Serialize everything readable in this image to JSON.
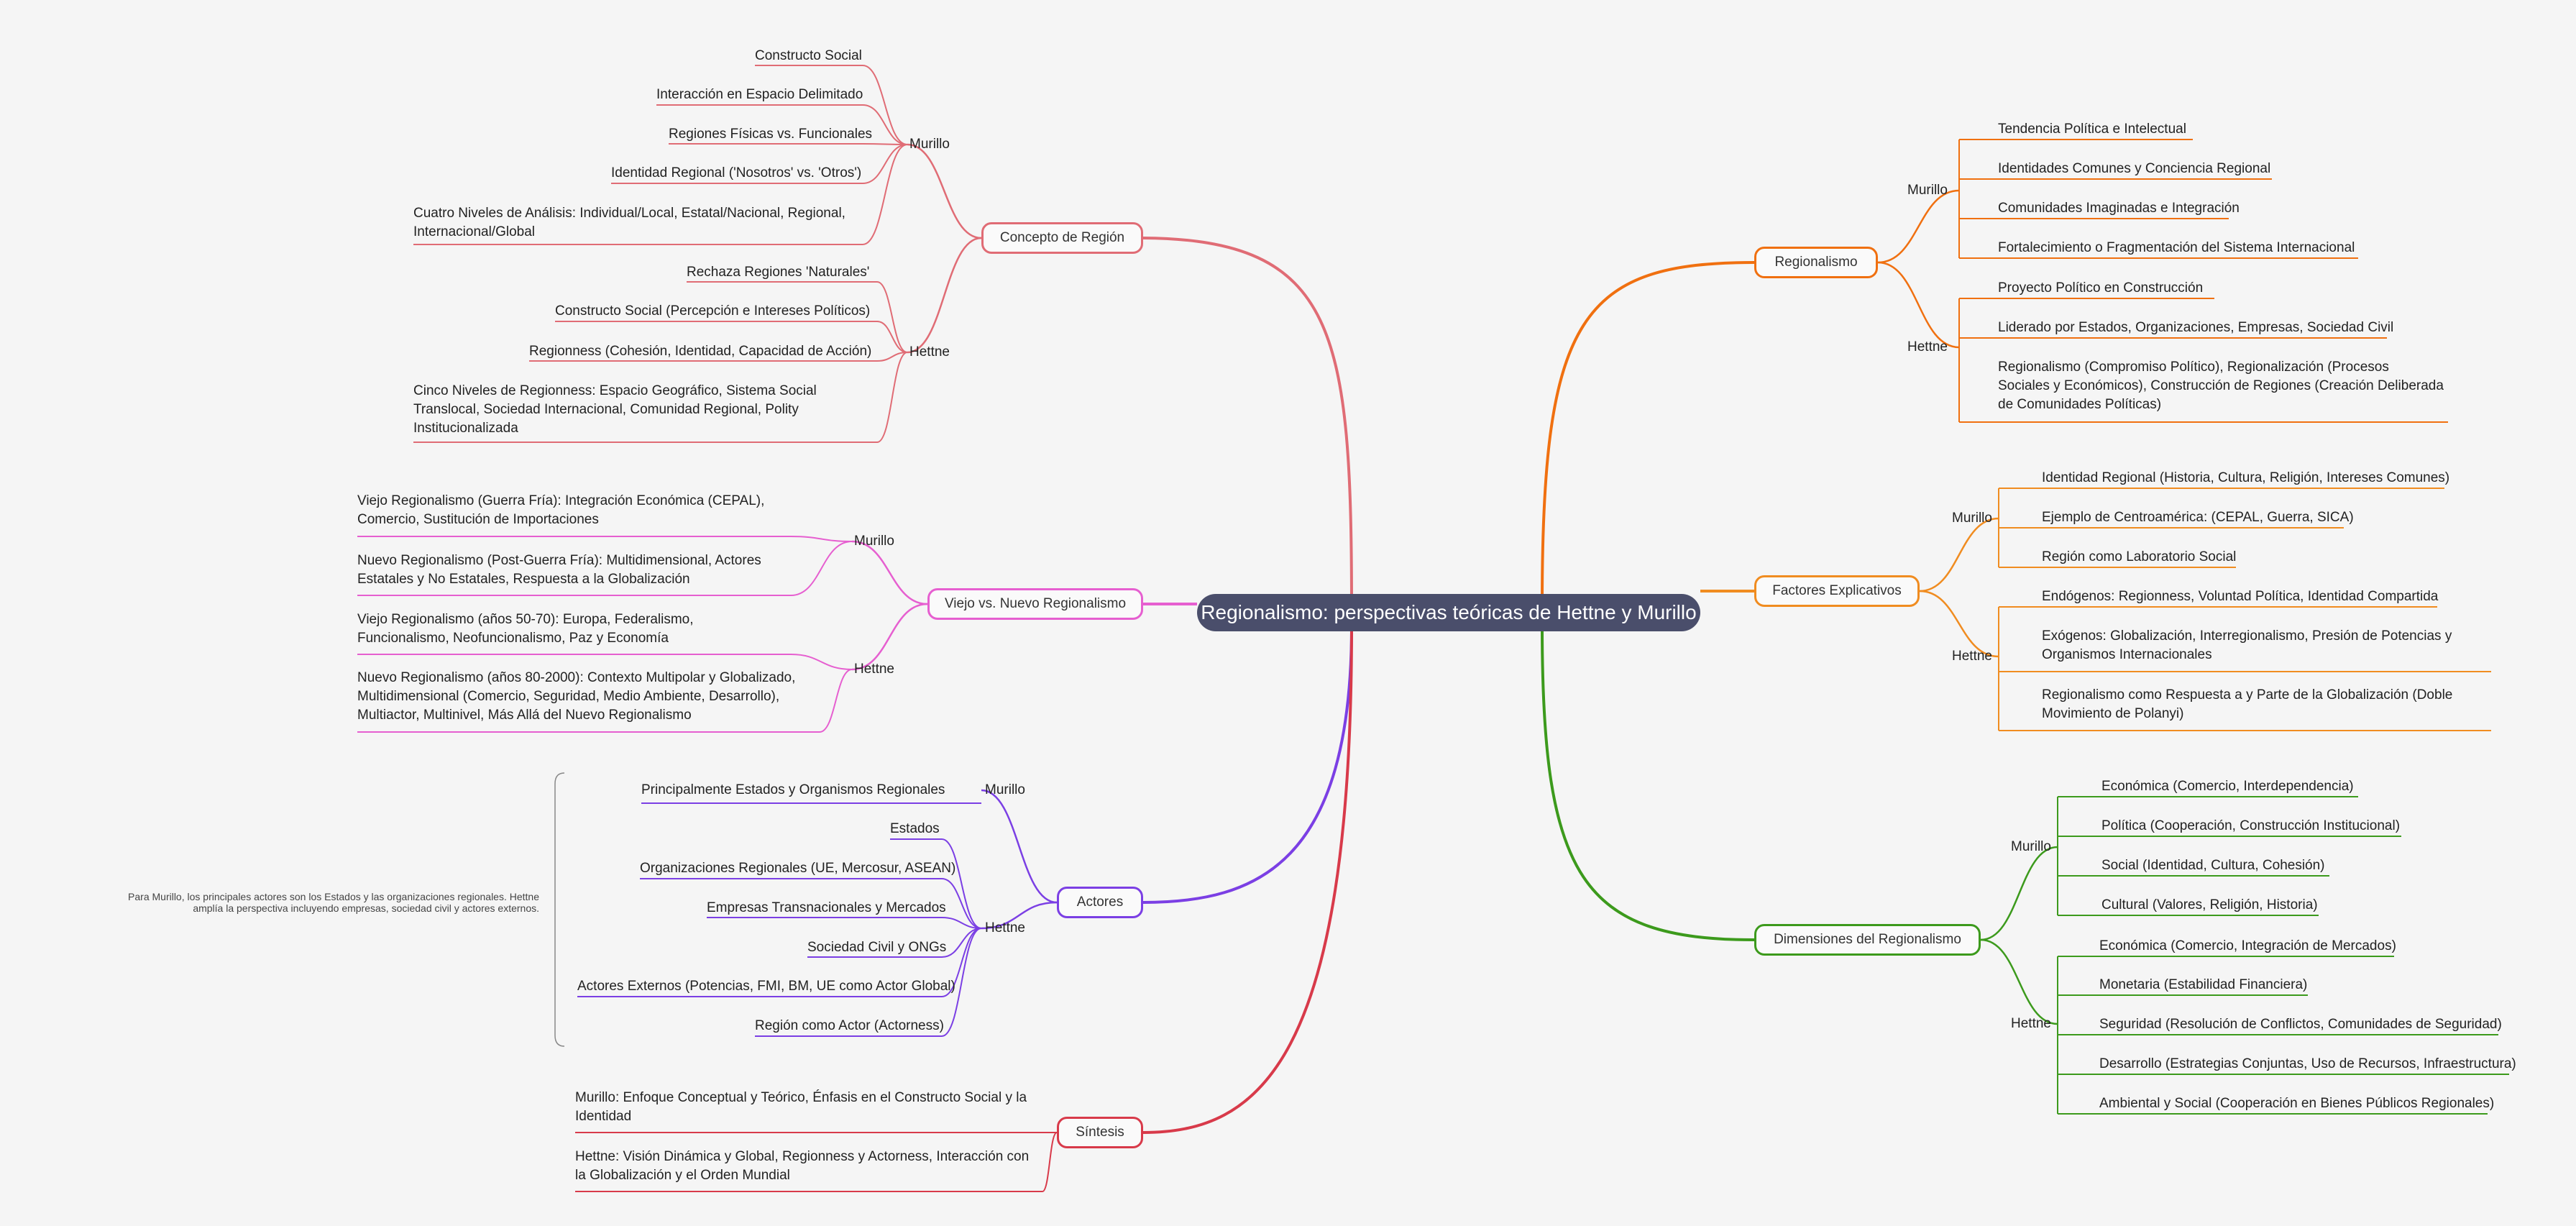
{
  "root": {
    "title": "Regionalismo: perspectivas teóricas de Hettne y Murillo"
  },
  "colors": {
    "concepto": "#e06c75",
    "viejo": "#e65fd0",
    "actores": "#7b3fe4",
    "sintesis": "#d83a4a",
    "regionalismo": "#f07010",
    "factores": "#f08c20",
    "dimensiones": "#3c9a1c",
    "root": "#4a4e6b"
  },
  "branches": {
    "concepto": {
      "label": "Concepto de Región",
      "murillo": {
        "label": "Murillo",
        "items": [
          "Constructo Social",
          "Interacción en Espacio Delimitado",
          "Regiones Físicas vs. Funcionales",
          "Identidad Regional ('Nosotros' vs. 'Otros')",
          "Cuatro Niveles de Análisis: Individual/Local, Estatal/Nacional, Regional, Internacional/Global"
        ]
      },
      "hettne": {
        "label": "Hettne",
        "items": [
          "Rechaza Regiones 'Naturales'",
          "Constructo Social (Percepción e Intereses Políticos)",
          "Regionness (Cohesión, Identidad, Capacidad de Acción)",
          "Cinco Niveles de Regionness: Espacio Geográfico, Sistema Social Translocal, Sociedad Internacional, Comunidad Regional, Polity Institucionalizada"
        ]
      }
    },
    "viejo": {
      "label": "Viejo vs. Nuevo Regionalismo",
      "murillo": {
        "label": "Murillo",
        "items": [
          "Viejo Regionalismo (Guerra Fría): Integración Económica (CEPAL), Comercio, Sustitución de Importaciones",
          "Nuevo Regionalismo (Post-Guerra Fría): Multidimensional, Actores Estatales y No Estatales, Respuesta a la Globalización"
        ]
      },
      "hettne": {
        "label": "Hettne",
        "items": [
          "Viejo Regionalismo (años 50-70): Europa, Federalismo, Funcionalismo, Neofuncionalismo, Paz y Economía",
          "Nuevo Regionalismo (años 80-2000): Contexto Multipolar y Globalizado, Multidimensional (Comercio, Seguridad, Medio Ambiente, Desarrollo), Multiactor, Multinivel, Más Allá del Nuevo Regionalismo"
        ]
      }
    },
    "actores": {
      "label": "Actores",
      "note": "Para Murillo, los principales actores son los Estados y las organizaciones regionales. Hettne amplía la perspectiva incluyendo empresas, sociedad civil y actores externos.",
      "murillo": {
        "label": "Murillo",
        "items": [
          "Principalmente Estados y Organismos Regionales"
        ]
      },
      "hettne": {
        "label": "Hettne",
        "items": [
          "Estados",
          "Organizaciones Regionales (UE, Mercosur, ASEAN)",
          "Empresas Transnacionales y Mercados",
          "Sociedad Civil y ONGs",
          "Actores Externos (Potencias, FMI, BM, UE como Actor Global)",
          "Región como Actor (Actorness)"
        ]
      }
    },
    "sintesis": {
      "label": "Síntesis",
      "items": [
        "Murillo: Enfoque Conceptual y Teórico, Énfasis en el Constructo Social y la Identidad",
        "Hettne: Visión Dinámica y Global, Regionness y Actorness, Interacción con la Globalización y el Orden Mundial"
      ]
    },
    "regionalismo": {
      "label": "Regionalismo",
      "murillo": {
        "label": "Murillo",
        "items": [
          "Tendencia Política e Intelectual",
          "Identidades Comunes y Conciencia Regional",
          "Comunidades Imaginadas e Integración",
          "Fortalecimiento o Fragmentación del Sistema Internacional"
        ]
      },
      "hettne": {
        "label": "Hettne",
        "items": [
          "Proyecto Político en Construcción",
          "Liderado por Estados, Organizaciones, Empresas, Sociedad Civil",
          "Regionalismo (Compromiso Político), Regionalización (Procesos Sociales y Económicos), Construcción de Regiones (Creación Deliberada de Comunidades Políticas)"
        ]
      }
    },
    "factores": {
      "label": "Factores Explicativos",
      "murillo": {
        "label": "Murillo",
        "items": [
          "Identidad Regional (Historia, Cultura, Religión, Intereses Comunes)",
          "Ejemplo de Centroamérica: (CEPAL, Guerra, SICA)",
          "Región como Laboratorio Social"
        ]
      },
      "hettne": {
        "label": "Hettne",
        "items": [
          "Endógenos: Regionness, Voluntad Política, Identidad Compartida",
          "Exógenos: Globalización, Interregionalismo, Presión de Potencias y Organismos Internacionales",
          "Regionalismo como Respuesta a y Parte de la Globalización (Doble Movimiento de Polanyi)"
        ]
      }
    },
    "dimensiones": {
      "label": "Dimensiones del Regionalismo",
      "murillo": {
        "label": "Murillo",
        "items": [
          "Económica (Comercio, Interdependencia)",
          "Política (Cooperación, Construcción Institucional)",
          "Social (Identidad, Cultura, Cohesión)",
          "Cultural (Valores, Religión, Historia)"
        ]
      },
      "hettne": {
        "label": "Hettne",
        "items": [
          "Económica (Comercio, Integración de Mercados)",
          "Monetaria (Estabilidad Financiera)",
          "Seguridad (Resolución de Conflictos, Comunidades de Seguridad)",
          "Desarrollo (Estrategias Conjuntas, Uso de Recursos, Infraestructura)",
          "Ambiental y Social (Cooperación en Bienes Públicos Regionales)"
        ]
      }
    }
  }
}
